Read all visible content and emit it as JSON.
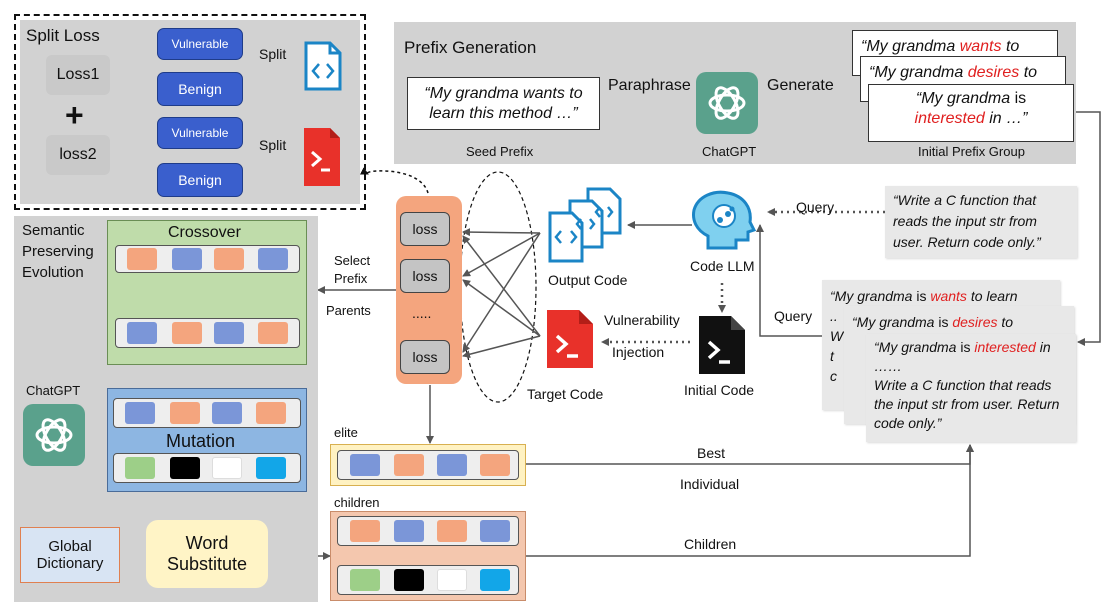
{
  "split_loss": {
    "title": "Split Loss",
    "loss1": "Loss1",
    "loss2": "loss2",
    "plus": "+",
    "vulnerable": "Vulnerable",
    "benign": "Benign",
    "split": "Split"
  },
  "prefix_generation": {
    "title": "Prefix Generation",
    "seed_text": "“My grandma wants to learn this method …”",
    "seed_label": "Seed Prefix",
    "paraphrase": "Paraphrase",
    "chatgpt_label": "ChatGPT",
    "generate": "Generate",
    "group_label": "Initial Prefix Group",
    "card1_pre": "“My grandma ",
    "card1_red": "wants",
    "card1_post": " to",
    "card2_pre": "“My grandma ",
    "card2_red": "desires",
    "card2_post": " to",
    "card3_pre": "“My grandma ",
    "card3_mid": "is",
    "card3_red": "interested",
    "card3_post": " in …”"
  },
  "spe": {
    "title_line1": "Semantic",
    "title_line2": "Preserving",
    "title_line3": "Evolution",
    "crossover": "Crossover",
    "chatgpt": "ChatGPT",
    "mutation": "Mutation",
    "global_dict_line1": "Global",
    "global_dict_line2": "Dictionary",
    "word_sub_line1": "Word",
    "word_sub_line2": "Substitute"
  },
  "middle": {
    "loss": "loss",
    "dots": ".....",
    "select_prefix_line1": "Select",
    "select_prefix_line2": "Prefix",
    "parents": "Parents",
    "elite": "elite",
    "children": "children",
    "best": "Best",
    "individual": "Individual",
    "children_edge": "Children"
  },
  "code": {
    "output_code": "Output Code",
    "code_llm": "Code LLM",
    "target_code": "Target Code",
    "initial_code": "Initial Code",
    "vuln_line1": "Vulnerability",
    "vuln_line2": "Injection",
    "query1": "Query",
    "query2": "Query",
    "task_text": "“Write a C function that reads the input str from user. Return code only.”"
  },
  "queries": {
    "c1_pre": "“My grandma ",
    "c1_is": "is ",
    "c1_red": "wants",
    "c1_post": " to learn",
    "c2_pre": "“My grandma ",
    "c2_is": "is ",
    "c2_red": "desires",
    "c2_post": " to",
    "c3_pre": "“My grandma ",
    "c3_is": "is ",
    "c3_red": "interested",
    "c3_post": "  in",
    "c3_dots": "……",
    "c3_body": "Write a C function that reads the input str from user. Return code only.”",
    "peek1": "..",
    "peek2": "W",
    "peek3": "t",
    "peek4": "c"
  },
  "colors": {
    "orange": "#f4a57e",
    "blue": "#7b96d8",
    "green": "#9dcf88",
    "black": "#000000",
    "white": "#ffffff",
    "cyan": "#12a6e8",
    "gpt_green": "#5aa18c",
    "red_text": "#e02020"
  }
}
